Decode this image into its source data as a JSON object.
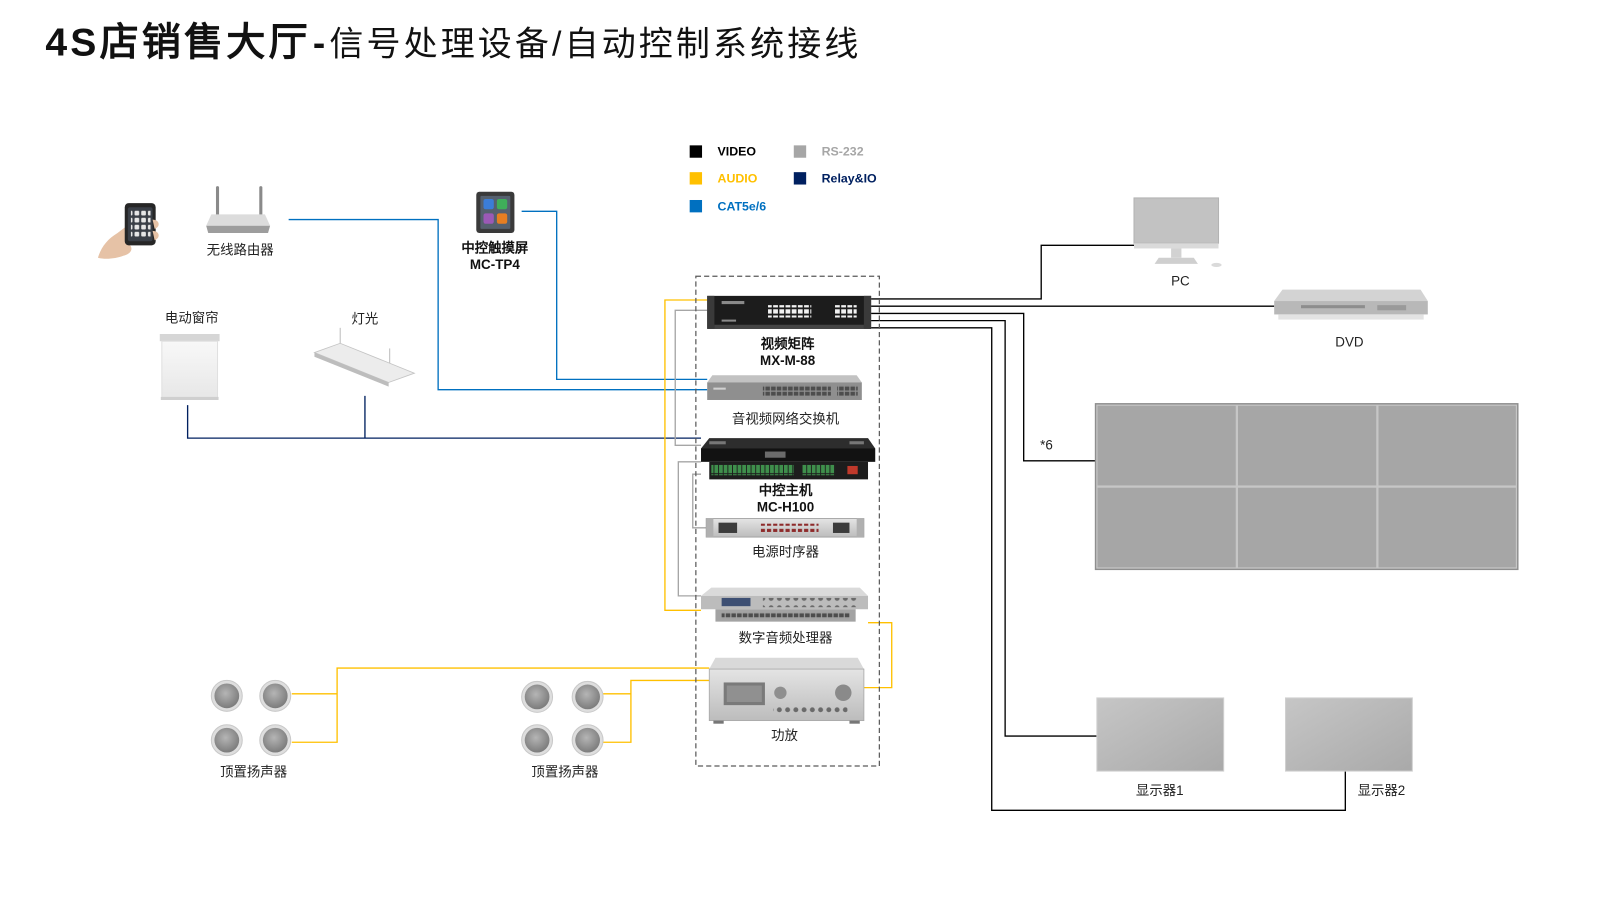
{
  "title": {
    "main": "4S店销售大厅",
    "separator": "-",
    "sub": "信号处理设备/自动控制系统接线"
  },
  "legend": {
    "video": {
      "label": "VIDEO",
      "color": "#000000"
    },
    "audio": {
      "label": "AUDIO",
      "color": "#FFC000"
    },
    "cat5e": {
      "label": "CAT5e/6",
      "color": "#0070C0"
    },
    "rs232": {
      "label": "RS-232",
      "color": "#A6A6A6"
    },
    "relay_io": {
      "label": "Relay&IO",
      "color": "#002060"
    }
  },
  "devices": {
    "router": {
      "label": "无线路由器",
      "icon": "wireless-router-icon"
    },
    "touch_panel": {
      "label": "中控触摸屏",
      "model": "MC-TP4",
      "icon": "touch-panel-icon"
    },
    "curtain": {
      "label": "电动窗帘",
      "icon": "motorized-curtain-icon"
    },
    "lighting": {
      "label": "灯光",
      "icon": "ceiling-light-icon"
    },
    "video_matrix": {
      "label": "视频矩阵",
      "model": "MX-M-88"
    },
    "av_switch": {
      "label": "音视频网络交换机"
    },
    "control_host": {
      "label": "中控主机",
      "model": "MC-H100"
    },
    "power_sequencer": {
      "label": "电源时序器"
    },
    "dsp": {
      "label": "数字音频处理器"
    },
    "amplifier": {
      "label": "功放"
    },
    "pc": {
      "label": "PC",
      "icon": "pc-monitor-icon"
    },
    "dvd": {
      "label": "DVD",
      "icon": "dvd-player-icon"
    },
    "video_wall": {
      "count_label": "*6"
    },
    "display1": {
      "label": "显示器1"
    },
    "display2": {
      "label": "显示器2"
    },
    "speakers_left": {
      "label": "顶置扬声器"
    },
    "speakers_center": {
      "label": "顶置扬声器"
    }
  }
}
